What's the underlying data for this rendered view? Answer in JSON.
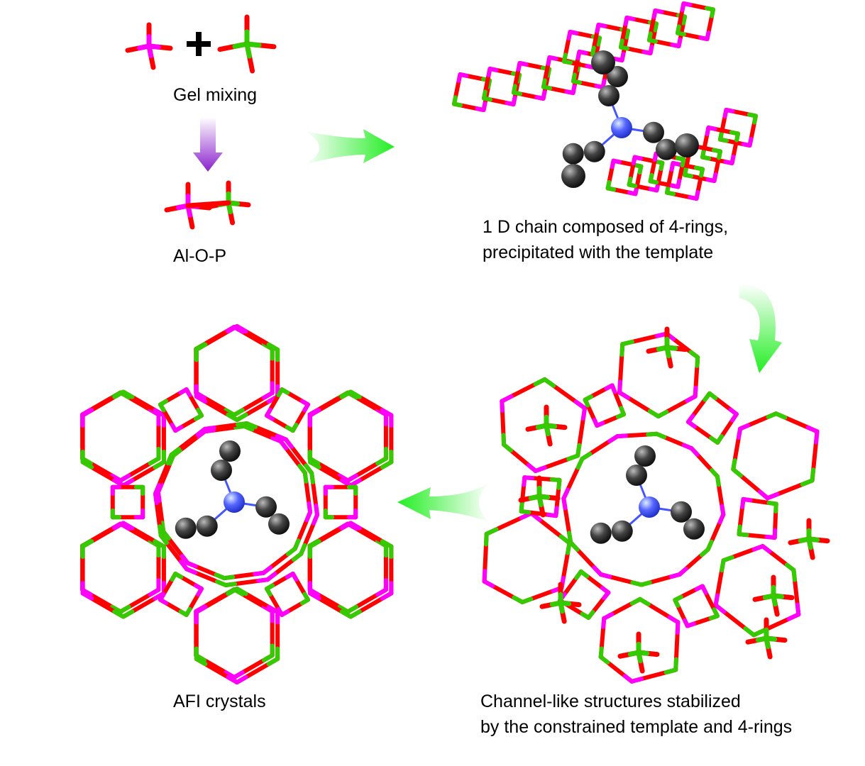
{
  "labels": {
    "gel_mixing": "Gel mixing",
    "al_o_p": "Al-O-P",
    "chain_line1": "1 D chain composed of 4-rings,",
    "chain_line2": "precipitated with the template",
    "afi": "AFI crystals",
    "channel_line1": "Channel-like structures stabilized",
    "channel_line2": "by the constrained template and 4-rings"
  },
  "colors": {
    "oxygen": "#ff0000",
    "phosphorus": "#ff00ff",
    "aluminum": "#33cc00",
    "nitrogen": "#4455ff",
    "carbon": "#333333",
    "arrow_green": "#22ee22",
    "arrow_purple": "#8a22cc"
  }
}
